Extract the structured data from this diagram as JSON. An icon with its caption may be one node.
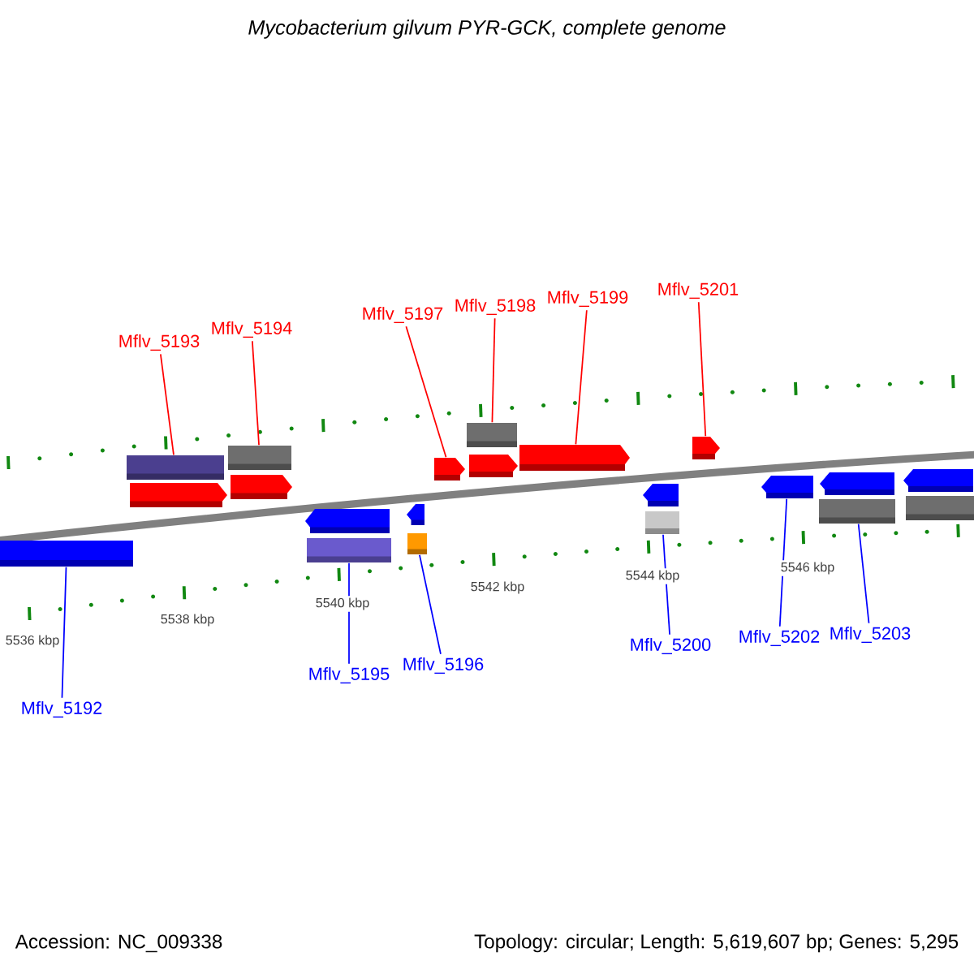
{
  "diagram": {
    "title": "Mycobacterium gilvum PYR-GCK, complete genome",
    "nodes": [
      {
        "text": [
          "Mflv_5193"
        ]
      },
      {
        "text": [
          "Mflv_5194"
        ]
      },
      {
        "text": [
          "Mflv_5197"
        ]
      },
      {
        "text": [
          "Mflv_5198"
        ]
      },
      {
        "text": [
          "Mflv_5199"
        ]
      },
      {
        "text": [
          "Mflv_5201"
        ]
      },
      {
        "text": [
          "Mflv_5192"
        ]
      },
      {
        "text": [
          "Mflv_5195"
        ]
      },
      {
        "text": [
          "Mflv_5196"
        ]
      },
      {
        "text": [
          "Mflv_5200"
        ]
      },
      {
        "text": [
          "Mflv_5202"
        ]
      },
      {
        "text": [
          "Mflv_5203"
        ]
      },
      {
        "text": [],
        "shape": "box"
      },
      {
        "text": [],
        "shape": "arrow"
      },
      {
        "text": [],
        "shape": "box"
      },
      {
        "text": [],
        "shape": "arrow"
      },
      {
        "text": [],
        "shape": "box"
      },
      {
        "text": [],
        "shape": "arrow"
      },
      {
        "text": [],
        "shape": "box"
      },
      {
        "text": [],
        "shape": "arrow"
      },
      {
        "text": [],
        "shape": "box"
      },
      {
        "text": [],
        "shape": "arrow"
      },
      {
        "text": [],
        "shape": "box"
      },
      {
        "text": [],
        "shape": "arrow"
      },
      {
        "text": [],
        "shape": "arrow"
      },
      {
        "text": [],
        "shape": "arrow"
      },
      {
        "text": [],
        "shape": "box"
      },
      {
        "text": [],
        "shape": "arrow"
      },
      {
        "text": [],
        "shape": "arrow"
      },
      {
        "text": [],
        "shape": "arrow"
      },
      {
        "text": [],
        "shape": "box"
      },
      {
        "text": [],
        "shape": "arrow"
      },
      {
        "text": [],
        "shape": "box"
      }
    ],
    "edges": [
      {
        "from": 0,
        "to": 12,
        "arrow": "none",
        "color": "#ff0000"
      },
      {
        "from": 1,
        "to": 14,
        "arrow": "none",
        "color": "#ff0000"
      },
      {
        "from": 2,
        "to": 21,
        "arrow": "none",
        "color": "#ff0000"
      },
      {
        "from": 3,
        "to": 22,
        "arrow": "none",
        "color": "#ff0000"
      },
      {
        "from": 4,
        "to": 24,
        "arrow": "none",
        "color": "#ff0000"
      },
      {
        "from": 5,
        "to": 27,
        "arrow": "none",
        "color": "#ff0000"
      },
      {
        "from": 6,
        "to": 16,
        "arrow": "none",
        "color": "#0000ff"
      },
      {
        "from": 7,
        "to": 18,
        "arrow": "none",
        "color": "#0000ff"
      },
      {
        "from": 8,
        "to": 20,
        "arrow": "none",
        "color": "#0000ff"
      },
      {
        "from": 9,
        "to": 26,
        "arrow": "none",
        "color": "#0000ff"
      },
      {
        "from": 10,
        "to": 28,
        "arrow": "none",
        "color": "#0000ff"
      },
      {
        "from": 11,
        "to": 30,
        "arrow": "none",
        "color": "#0000ff"
      }
    ],
    "labels": [
      "5536 kbp",
      "5538 kbp",
      "5540 kbp",
      "5542 kbp",
      "5544 kbp",
      "5546 kbp",
      "Accession: NC_009338",
      "Topology: circular; Length: 5,619,607 bp; Genes: 5,295"
    ]
  }
}
